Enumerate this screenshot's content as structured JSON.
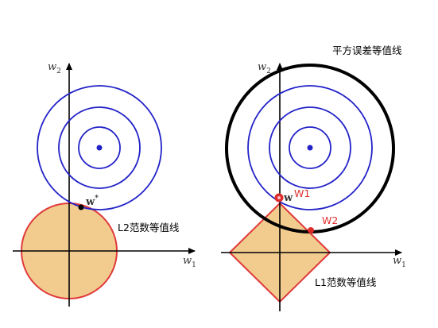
{
  "left_panel": {
    "x_axis_label": "w",
    "x_axis_sub": "1",
    "y_axis_label": "w",
    "y_axis_sub": "2",
    "solution_label": "w",
    "solution_sup": "*",
    "constraint_label": "L2范数等值线"
  },
  "right_panel": {
    "x_axis_label": "w",
    "x_axis_sub": "1",
    "y_axis_label": "w",
    "y_axis_sub": "2",
    "mse_label": "平方误差等值线",
    "w1_label": "W1",
    "w2_label": "W2",
    "constraint_label": "L1范数等值线"
  },
  "colors": {
    "contour": "#2222c8",
    "constraint_fill": "#f2cc8f",
    "constraint_stroke": "#e03a3a",
    "highlight_circle": "#000000",
    "point_red": "#e02a2a"
  }
}
